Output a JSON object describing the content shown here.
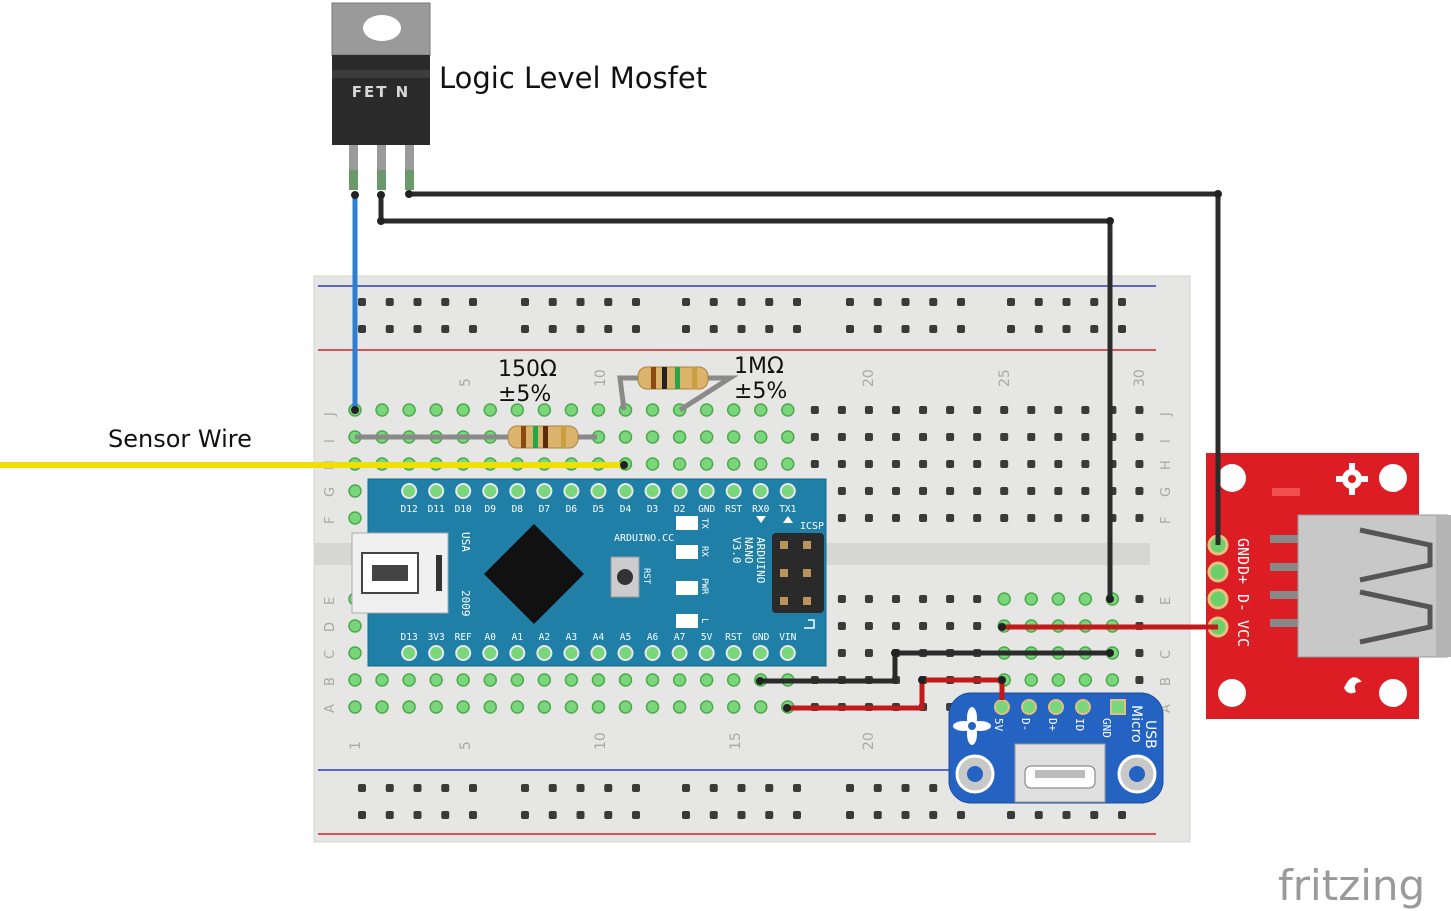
{
  "labels": {
    "mosfet": "Logic Level Mosfet",
    "mosfet_marking": "FET N",
    "sensor": "Sensor Wire",
    "r1_value": "150Ω",
    "r1_tol": "±5%",
    "r2_value": "1MΩ",
    "r2_tol": "±5%",
    "watermark": "fritzing"
  },
  "breadboard": {
    "column_numbers": [
      "5",
      "10",
      "20",
      "25",
      "30"
    ],
    "bottom_column_numbers": [
      "1",
      "5",
      "10",
      "15",
      "20"
    ],
    "row_letters_top": [
      "J",
      "I",
      "H",
      "G",
      "F"
    ],
    "row_letters_bottom": [
      "E",
      "D",
      "C",
      "B",
      "A"
    ]
  },
  "nano": {
    "top_pins": [
      "D12",
      "D11",
      "D10",
      "D9",
      "D8",
      "D7",
      "D6",
      "D5",
      "D4",
      "D3",
      "D2",
      "GND",
      "RST",
      "RX0",
      "TX1"
    ],
    "bottom_pins": [
      "D13",
      "3V3",
      "REF",
      "A0",
      "A1",
      "A2",
      "A3",
      "A4",
      "A5",
      "A6",
      "A7",
      "5V",
      "RST",
      "GND",
      "VIN"
    ],
    "brand": "ARDUINO.CC",
    "name_line1": "ARDUINO",
    "name_line2": "NANO",
    "name_line3": "V3.0",
    "usa": "USA",
    "year": "2009",
    "icsp": "ICSP",
    "rst": "RST",
    "leds": [
      "TX",
      "RX",
      "PWR",
      "L"
    ]
  },
  "usb_micro": {
    "pins": [
      "5V",
      "D-",
      "D+",
      "ID",
      "GND"
    ],
    "title_line1": "USB",
    "title_line2": "Micro"
  },
  "usb_a": {
    "pins": [
      "GND",
      "D+",
      "D-",
      "VCC"
    ]
  },
  "colors": {
    "breadboard": "#e8e8e6",
    "nano": "#1f7fa6",
    "usb_micro": "#2563c2",
    "usb_a_board": "#dc1e24",
    "wire_blue": "#2f7fd0",
    "wire_black": "#2b2b2b",
    "wire_red": "#c01a1a",
    "wire_yellow": "#f0e000",
    "wire_gray": "#8a8a8a"
  }
}
